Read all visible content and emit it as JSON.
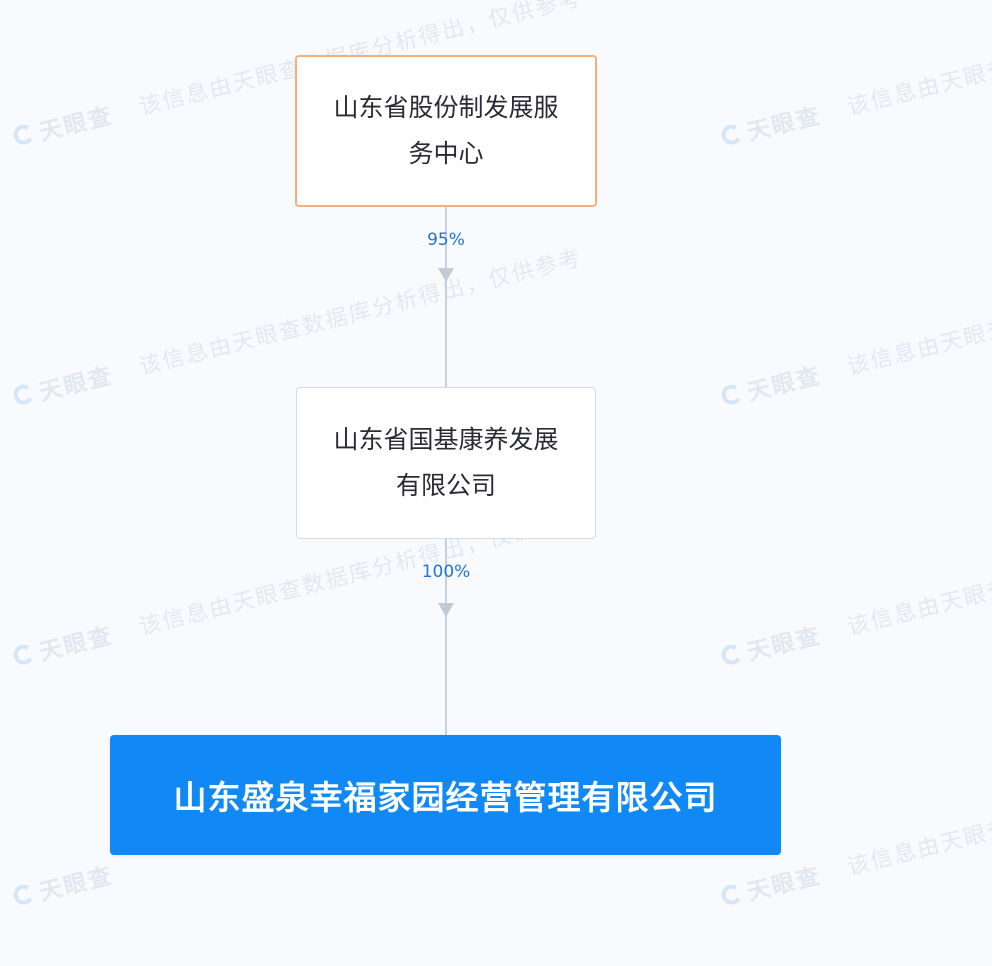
{
  "diagram": {
    "type": "equity-structure",
    "nodes": [
      {
        "id": "shareholder_top",
        "label": "山东省股份制发展服务中心",
        "label_lines": [
          "山东省股份制发展服",
          "务中心"
        ],
        "style": "highlight-orange"
      },
      {
        "id": "shareholder_mid",
        "label": "山东省国基康养发展有限公司",
        "label_lines": [
          "山东省国基康养发展",
          "有限公司"
        ],
        "style": "default"
      },
      {
        "id": "target",
        "label": "山东盛泉幸福家园经营管理有限公司",
        "style": "primary-blue"
      }
    ],
    "edges": [
      {
        "from": "shareholder_top",
        "to": "shareholder_mid",
        "percentage": "95%"
      },
      {
        "from": "shareholder_mid",
        "to": "target",
        "percentage": "100%"
      }
    ]
  },
  "watermark": {
    "brand": "天眼查",
    "text": "该信息由天眼查数据库分析得出，仅供参考",
    "partial_text": "该信息由天眼查"
  },
  "colors": {
    "background": "#f8fafd",
    "top_node_border": "#f4b07a",
    "node_border": "#d5dbe3",
    "target_fill": "#1088f5",
    "percentage_text": "#1c76d6",
    "connector": "#c9d1dc"
  }
}
